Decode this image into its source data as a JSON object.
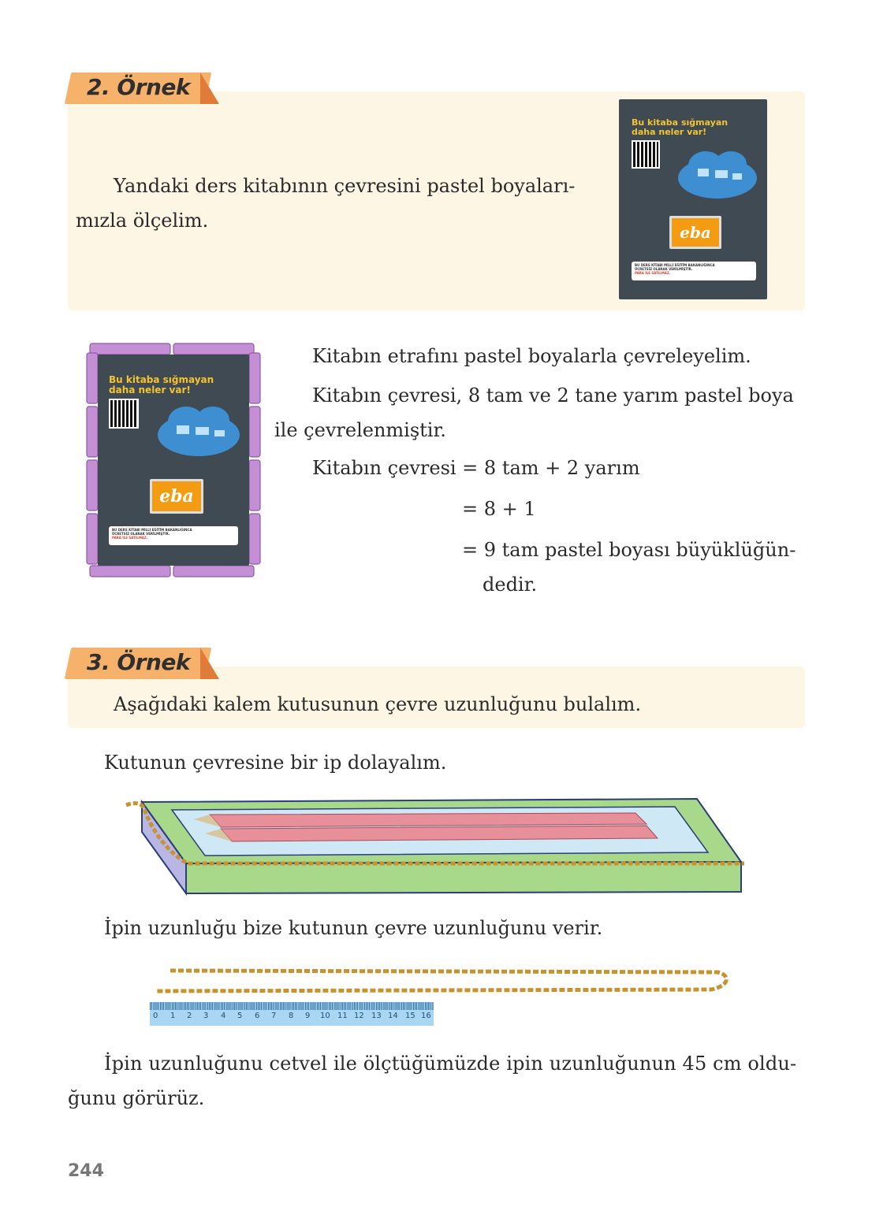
{
  "example2": {
    "label": "2. Örnek",
    "intro_line1": "Yandaki ders kitabının çevresini pastel boyaları-",
    "intro_line2": "mızla ölçelim.",
    "poster": {
      "title_line1": "Bu kitaba sığmayan",
      "title_line2": "daha neler var!",
      "logo": "eba",
      "note_line1": "BU DERS KİTABI MİLLİ EĞİTİM BAKANLIĞINCA",
      "note_line2": "ÜCRETSİZ OLARAK VERİLMİŞTİR.",
      "note_line3": "PARA İLE SATILMAZ."
    },
    "para1": "Kitabın etrafını pastel boyalarla çevreleyelim.",
    "para2_line1": "Kitabın çevresi, 8 tam ve 2 tane yarım pastel boya",
    "para2_line2": "ile çevrelenmiştir.",
    "eq1": "Kitabın çevresi = 8 tam + 2 yarım",
    "eq2": "= 8 + 1",
    "eq3_line1": "= 9 tam pastel boyası büyüklüğün-",
    "eq3_line2": "dedir."
  },
  "example3": {
    "label": "3. Örnek",
    "intro": "Aşağıdaki kalem kutusunun çevre uzunluğunu bulalım.",
    "para1": "Kutunun çevresine bir ip dolayalım.",
    "para2": "İpin uzunluğu bize kutunun çevre uzunluğunu verir.",
    "ruler_numbers": [
      "0",
      "1",
      "2",
      "3",
      "4",
      "5",
      "6",
      "7",
      "8",
      "9",
      "10",
      "11",
      "12",
      "13",
      "14",
      "15",
      "16"
    ],
    "para3_line1": "İpin uzunluğunu cetvel ile ölçtüğümüzde ipin uzunluğunun 45 cm oldu-",
    "para3_line2": "ğunu görürüz."
  },
  "page_number": "244",
  "colors": {
    "panel": "#fdf6e4",
    "tag": "#f6b26b",
    "tag_fold": "#e07b39",
    "poster_bg": "#3f4a53",
    "crayon": "#c58fd6",
    "box_green": "#a8d88a",
    "pencil_red": "#e8909a",
    "rope": "#c8932e",
    "ruler": "#a9d6f2"
  }
}
